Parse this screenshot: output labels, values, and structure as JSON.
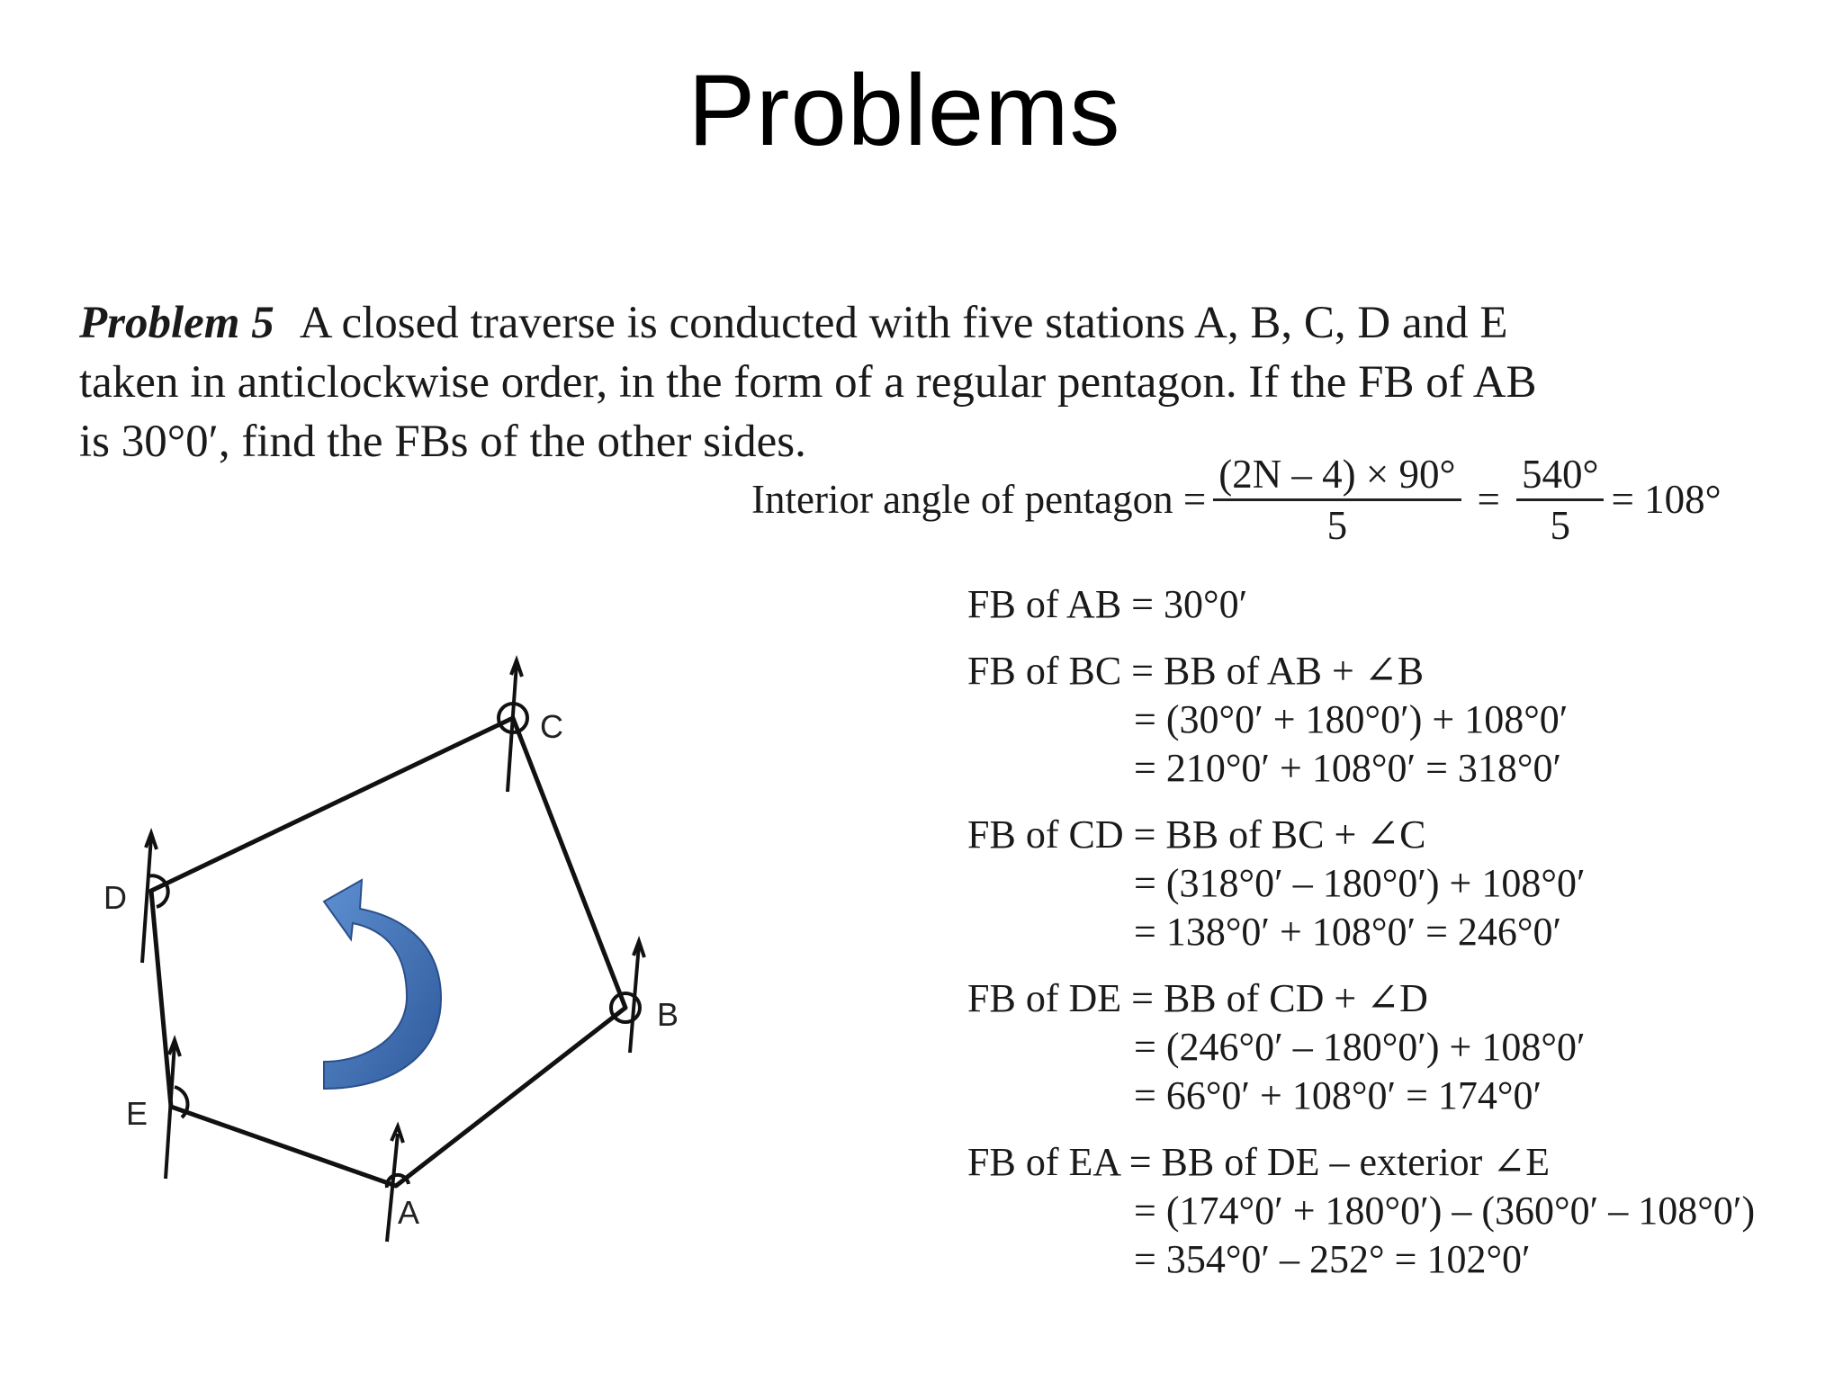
{
  "title": "Problems",
  "problem": {
    "number": "Problem 5",
    "line1": "A closed traverse is conducted with five stations A, B, C, D and E",
    "line2": "taken in anticlockwise order, in the form of a regular pentagon. If the FB of AB",
    "line3": "is 30°0′, find the FBs of the other sides."
  },
  "interior": {
    "label": "Interior angle of pentagon =",
    "frac1_num": "(2N – 4) × 90°",
    "frac1_den": "5",
    "eq": "=",
    "frac2_num": "540°",
    "frac2_den": "5",
    "result": "= 108°"
  },
  "steps": [
    {
      "lines": [
        "FB of AB = 30°0′"
      ]
    },
    {
      "lines": [
        "FB of BC = BB of AB + ∠B",
        "= (30°0′ + 180°0′) + 108°0′",
        "= 210°0′ + 108°0′ = 318°0′"
      ]
    },
    {
      "lines": [
        "FB of CD = BB of BC + ∠C",
        "= (318°0′ – 180°0′) + 108°0′",
        "= 138°0′ + 108°0′ = 246°0′"
      ]
    },
    {
      "lines": [
        "FB of DE = BB of CD + ∠D",
        "= (246°0′ – 180°0′) + 108°0′",
        "= 66°0′ + 108°0′ = 174°0′"
      ]
    },
    {
      "lines": [
        "FB of EA = BB of DE – exterior ∠E",
        "= (174°0′ + 180°0′) – (360°0′ – 108°0′)",
        "= 354°0′ – 252° = 102°0′"
      ]
    }
  ],
  "diagram": {
    "labels": {
      "A": "A",
      "B": "B",
      "C": "C",
      "D": "D",
      "E": "E"
    },
    "arrow_color": "#3e6db0"
  }
}
